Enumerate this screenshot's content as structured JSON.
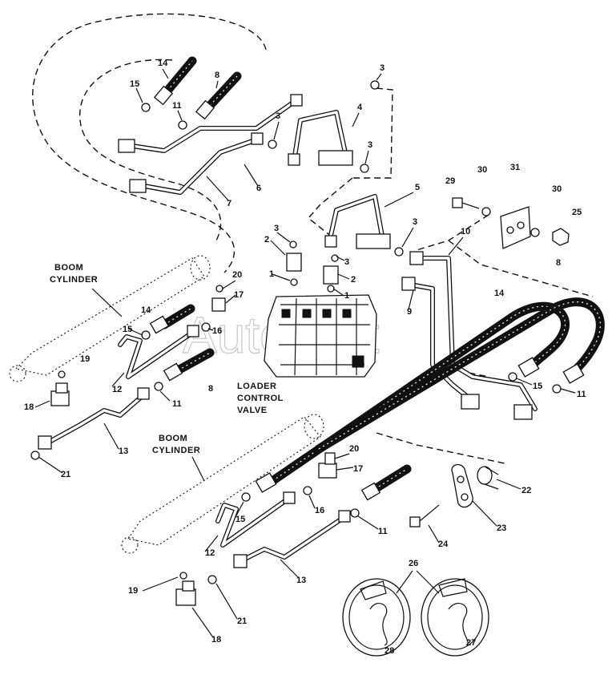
{
  "watermark": "AutoSoft",
  "captions": {
    "boom_cylinder_left": [
      "BOOM",
      "CYLINDER"
    ],
    "boom_cylinder_lower": [
      "BOOM",
      "CYLINDER"
    ],
    "loader_control_valve": [
      "LOADER",
      "CONTROL",
      "VALVE"
    ]
  },
  "callouts": {
    "c14a": "14",
    "c8a": "8",
    "c15a": "15",
    "c11a": "11",
    "c3a": "3",
    "c4": "4",
    "c3b": "3",
    "c3c": "3",
    "c6": "6",
    "c7": "7",
    "c5": "5",
    "c3d": "3",
    "c3e": "3",
    "c3f": "3",
    "c2a": "2",
    "c2b": "2",
    "c1a": "1",
    "c1b": "1",
    "c10": "10",
    "c9": "9",
    "c29": "29",
    "c30a": "30",
    "c31": "31",
    "c30b": "30",
    "c25": "25",
    "c8b": "8",
    "c14b": "14",
    "c20a": "20",
    "c17a": "17",
    "c14c": "14",
    "c16a": "16",
    "c15b": "15",
    "c8c": "8",
    "c19a": "19",
    "c12a": "12",
    "c11b": "11",
    "c18a": "18",
    "c13a": "13",
    "c21a": "21",
    "c15c": "15",
    "c11c": "11",
    "c20b": "20",
    "c17b": "17",
    "c16b": "16",
    "c11d": "11",
    "c15d": "15",
    "c12b": "12",
    "c13b": "13",
    "c19b": "19",
    "c18b": "18",
    "c21b": "21",
    "c22": "22",
    "c23": "23",
    "c24": "24",
    "c26": "26",
    "c28": "28",
    "c27": "27"
  }
}
